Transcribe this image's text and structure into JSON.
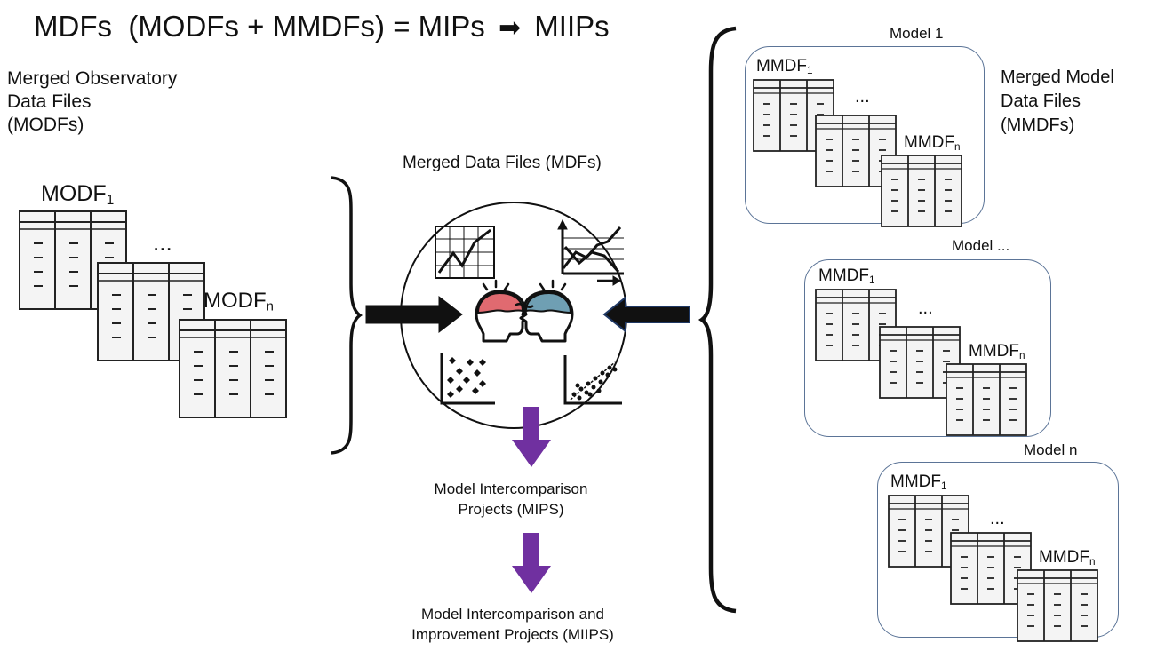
{
  "title": {
    "lhs": "MDFs",
    "expr": "(MODFs + MMDFs) = MIPs",
    "rhs": "MIIPs",
    "arrow_icon": "right-arrow-icon"
  },
  "observatory": {
    "label": "Merged Observatory\nData Files\n(MODFs)",
    "first": {
      "name": "MODF",
      "sub": "1"
    },
    "last": {
      "name": "MODF",
      "sub": "n"
    },
    "ellipsis": "..."
  },
  "mdf": {
    "label": "Merged Data Files (MDFs)",
    "icons": [
      "line-chart-icon",
      "trend-chart-icon",
      "scatter-plot-icon",
      "regression-plot-icon",
      "collaborating-heads-icon"
    ],
    "colors": {
      "left_head": "#e06a70",
      "right_head": "#6f9fb3"
    }
  },
  "mips": {
    "label": "Model Intercomparison\nProjects (MIPS)"
  },
  "miips": {
    "label": "Model Intercomparison and\nImprovement Projects (MIIPS)"
  },
  "models": [
    {
      "title": "Model 1",
      "first": {
        "name": "MMDF",
        "sub": "1"
      },
      "last": {
        "name": "MMDF",
        "sub": "n"
      },
      "ellipsis": "..."
    },
    {
      "title": "Model ...",
      "first": {
        "name": "MMDF",
        "sub": "1"
      },
      "last": {
        "name": "MMDF",
        "sub": "n"
      },
      "ellipsis": "..."
    },
    {
      "title": "Model n",
      "first": {
        "name": "MMDF",
        "sub": "1"
      },
      "last": {
        "name": "MMDF",
        "sub": "n"
      },
      "ellipsis": "..."
    }
  ],
  "model_data": {
    "label": "Merged Model\nData Files\n(MMDFs)"
  },
  "colors": {
    "purple_arrow": "#7030a0",
    "blue_arrow_outline": "#1f3864",
    "box_border": "#5b7497"
  }
}
